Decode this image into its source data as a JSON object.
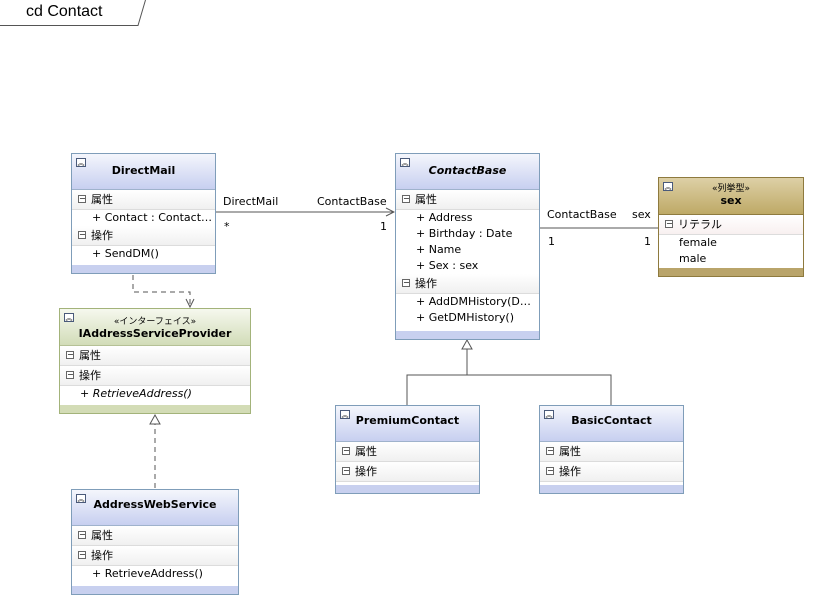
{
  "diagram": {
    "frame_title": "cd Contact",
    "classes": {
      "direct_mail": {
        "name": "DirectMail",
        "attr_section": "属性",
        "attrs": [
          "+ Contact : ContactBase"
        ],
        "op_section": "操作",
        "ops": [
          "+ SendDM()"
        ]
      },
      "contact_base": {
        "name": "ContactBase",
        "attr_section": "属性",
        "attrs": [
          "+ Address",
          "+ Birthday : Date",
          "+ Name",
          "+ Sex : sex"
        ],
        "op_section": "操作",
        "ops": [
          "+ AddDMHistory(DMHistory)",
          "+ GetDMHistory()"
        ]
      },
      "sex": {
        "stereotype": "«列挙型»",
        "name": "sex",
        "literal_section": "リテラル",
        "literals": [
          "female",
          "male"
        ]
      },
      "iaddress": {
        "stereotype": "«インターフェイス»",
        "name": "IAddressServiceProvider",
        "attr_section": "属性",
        "op_section": "操作",
        "ops": [
          "+ RetrieveAddress()"
        ]
      },
      "premium": {
        "name": "PremiumContact",
        "attr_section": "属性",
        "op_section": "操作"
      },
      "basic": {
        "name": "BasicContact",
        "attr_section": "属性",
        "op_section": "操作"
      },
      "address_ws": {
        "name": "AddressWebService",
        "attr_section": "属性",
        "op_section": "操作",
        "ops": [
          "+ RetrieveAddress()"
        ]
      }
    },
    "edge_labels": {
      "dm_role": "DirectMail",
      "dm_mult": "*",
      "cb_role": "ContactBase",
      "cb_mult": "1",
      "cb2_role": "ContactBase",
      "cb2_mult": "1",
      "sex_role": "sex",
      "sex_mult": "1"
    }
  }
}
